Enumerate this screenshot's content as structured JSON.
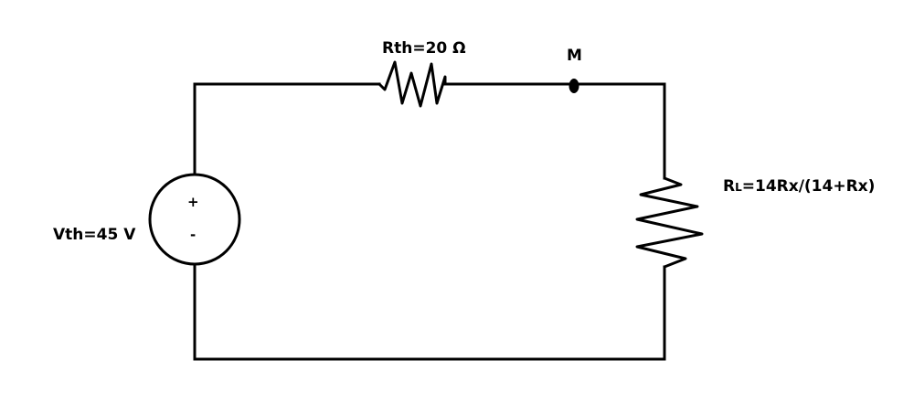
{
  "circuit": {
    "source": {
      "label": "Vth=45 V",
      "plus": "+",
      "minus": "-"
    },
    "series_resistor": {
      "label": "Rth=20 Ω"
    },
    "node": {
      "label": "M"
    },
    "load_resistor": {
      "label_prefix": "R",
      "label_subscript": "L",
      "label_rest": "=14Rx/(14+Rx)"
    }
  }
}
